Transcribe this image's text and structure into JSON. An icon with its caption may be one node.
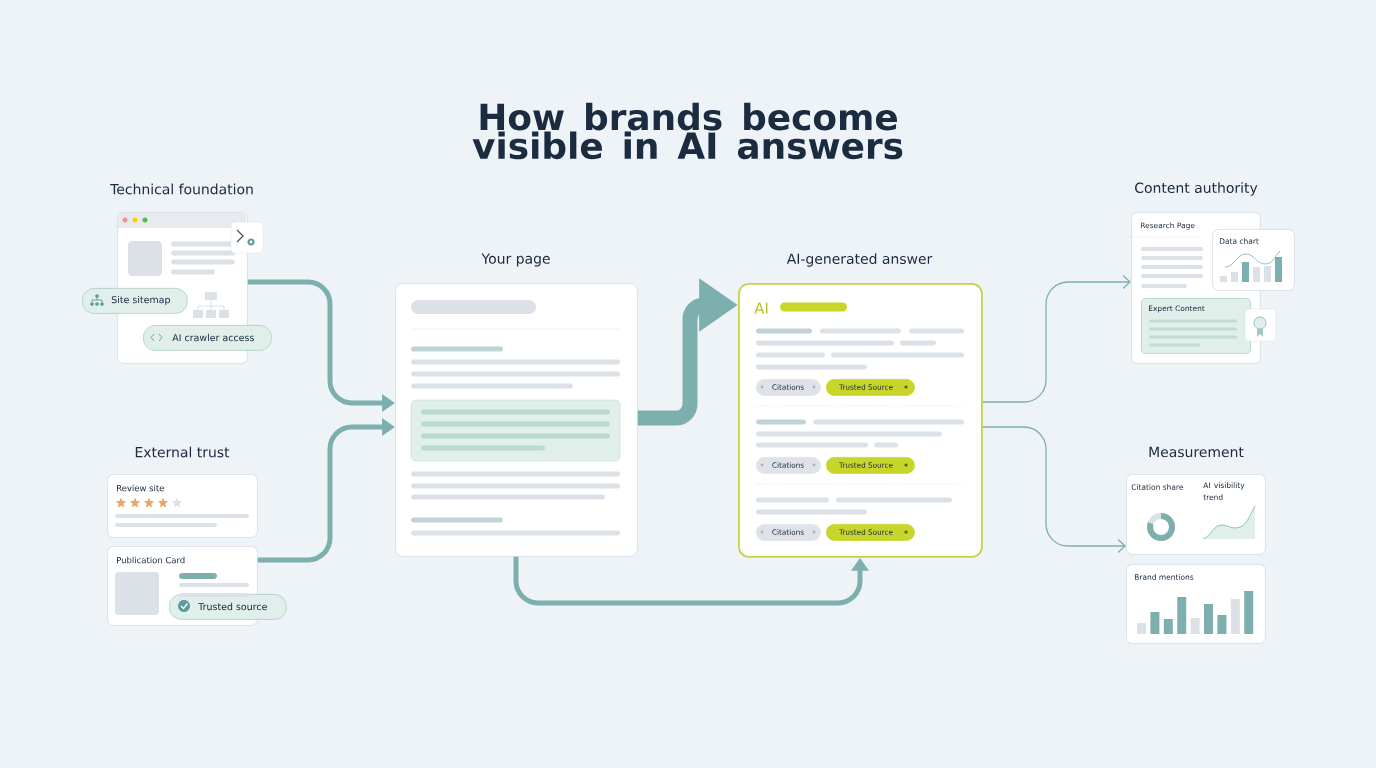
{
  "diagram": {
    "title": "How brands become visible in AI answers",
    "nodes": [
      {
        "text": [],
        "shape": "box"
      },
      {
        "text": [
          "Site sitemap"
        ]
      },
      {
        "text": [
          "AI crawler access"
        ]
      },
      {
        "text": [
          "Review site"
        ]
      },
      {
        "text": [
          "Publication Card"
        ]
      },
      {
        "text": [
          "Trusted source"
        ]
      },
      {
        "text": [
          "Your page"
        ]
      },
      {
        "text": [
          "AI-generated answer",
          "AI"
        ]
      },
      {
        "text": [
          "Citations"
        ],
        "in": 7
      },
      {
        "text": [
          "Trusted Source"
        ],
        "in": 7
      },
      {
        "text": [
          "Citations"
        ],
        "in": 7
      },
      {
        "text": [
          "Trusted Source"
        ],
        "in": 7
      },
      {
        "text": [
          "Citations"
        ],
        "in": 7
      },
      {
        "text": [
          "Trusted Source"
        ],
        "in": 7
      },
      {
        "text": [
          "Research Page"
        ]
      },
      {
        "text": [
          "Data chart"
        ]
      },
      {
        "text": [
          "Expert Content"
        ],
        "in": 14
      },
      {
        "text": [
          "Citation share",
          "AI visibility trend"
        ]
      },
      {
        "text": [
          "Brand mentions"
        ]
      }
    ],
    "edges": [
      {
        "from": 0,
        "to": 6,
        "arrow": "to"
      },
      {
        "from": 4,
        "to": 6,
        "arrow": "to"
      },
      {
        "from": 6,
        "to": 7,
        "arrow": "to",
        "style": "thick"
      },
      {
        "from": 6,
        "to": 7,
        "arrow": "to"
      },
      {
        "from": 7,
        "to": 14,
        "arrow": "to"
      },
      {
        "from": 7,
        "to": 17,
        "arrow": "to"
      }
    ],
    "labels": [
      "Technical foundation",
      "External trust",
      "Content authority",
      "Measurement"
    ]
  }
}
